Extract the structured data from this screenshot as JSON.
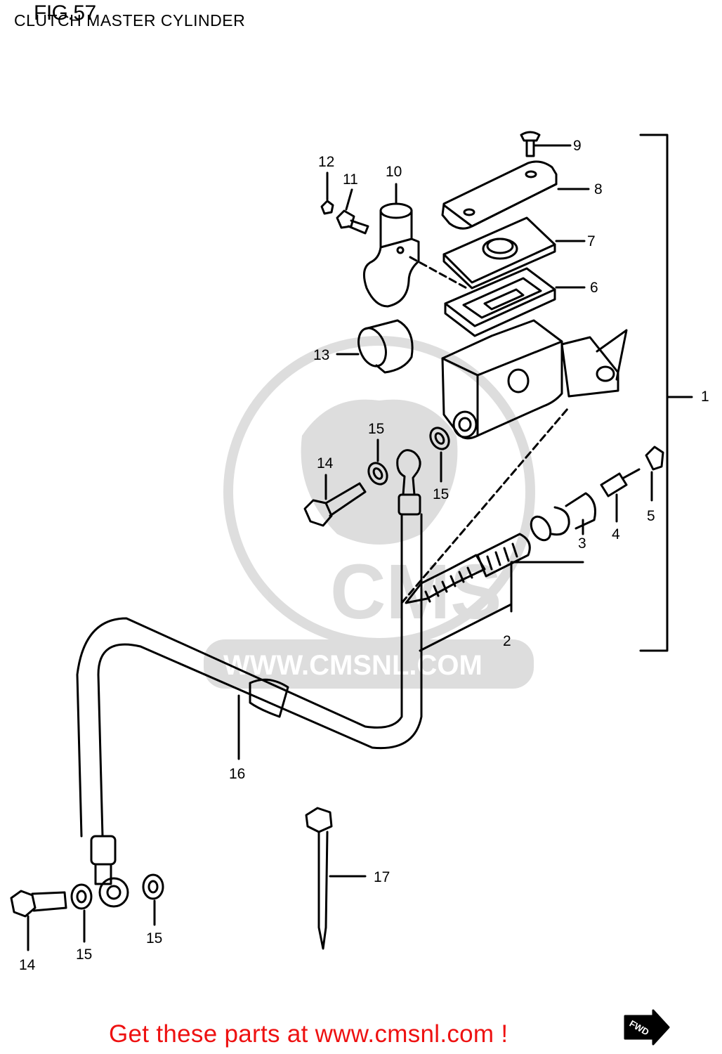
{
  "figure": {
    "number": "FIG.57",
    "title": "CLUTCH MASTER CYLINDER"
  },
  "watermark": {
    "logo_text": "CMS",
    "url_text": "WWW.CMSNL.COM"
  },
  "parts": [
    {
      "callout": "1"
    },
    {
      "callout": "2"
    },
    {
      "callout": "3"
    },
    {
      "callout": "4"
    },
    {
      "callout": "5"
    },
    {
      "callout": "6"
    },
    {
      "callout": "7"
    },
    {
      "callout": "8"
    },
    {
      "callout": "9"
    },
    {
      "callout": "10"
    },
    {
      "callout": "11"
    },
    {
      "callout": "12"
    },
    {
      "callout": "13"
    },
    {
      "callout": "14"
    },
    {
      "callout": "14"
    },
    {
      "callout": "15"
    },
    {
      "callout": "15"
    },
    {
      "callout": "15"
    },
    {
      "callout": "15"
    },
    {
      "callout": "16"
    },
    {
      "callout": "17"
    }
  ],
  "direction_badge": "FWD",
  "footer": {
    "link_text": "Get these parts at www.cmsnl.com !",
    "link_color": "#ee1111"
  }
}
